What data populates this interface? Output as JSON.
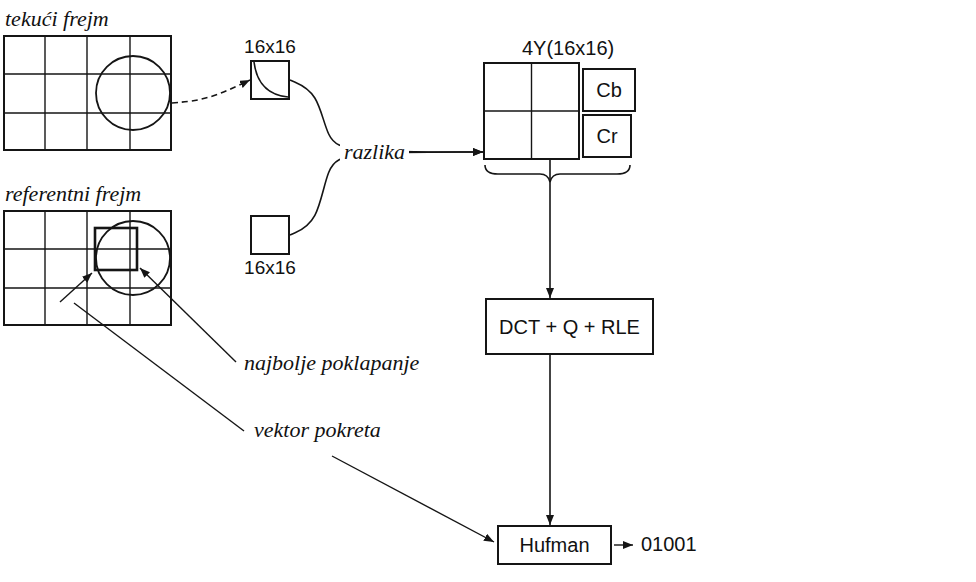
{
  "diagram": {
    "nodes": [
      {
        "text": [
          "tekući frejm"
        ]
      },
      {
        "text": [
          "16x16"
        ]
      },
      {
        "text": [
          "referentni frejm"
        ]
      },
      {
        "text": [
          "16x16"
        ]
      },
      {
        "text": [
          "4Y(16x16)"
        ]
      },
      {
        "text": [
          "Cb"
        ],
        "in": 4
      },
      {
        "text": [
          "Cr"
        ],
        "in": 4
      },
      {
        "text": [
          "DCT + Q + RLE"
        ]
      },
      {
        "text": [
          "Hufman"
        ]
      }
    ],
    "edges": [
      {
        "from": 0,
        "to": 1,
        "arrow": "to"
      },
      {
        "from": 1,
        "to": 4,
        "arrow": "to"
      },
      {
        "from": 3,
        "to": 4,
        "arrow": "to"
      },
      {
        "from": 4,
        "to": 7,
        "arrow": "to"
      },
      {
        "from": 7,
        "to": 8,
        "arrow": "to"
      }
    ],
    "labels": [
      "razlika",
      "najbolje poklapanje",
      "vektor pokreta",
      "01001"
    ]
  }
}
